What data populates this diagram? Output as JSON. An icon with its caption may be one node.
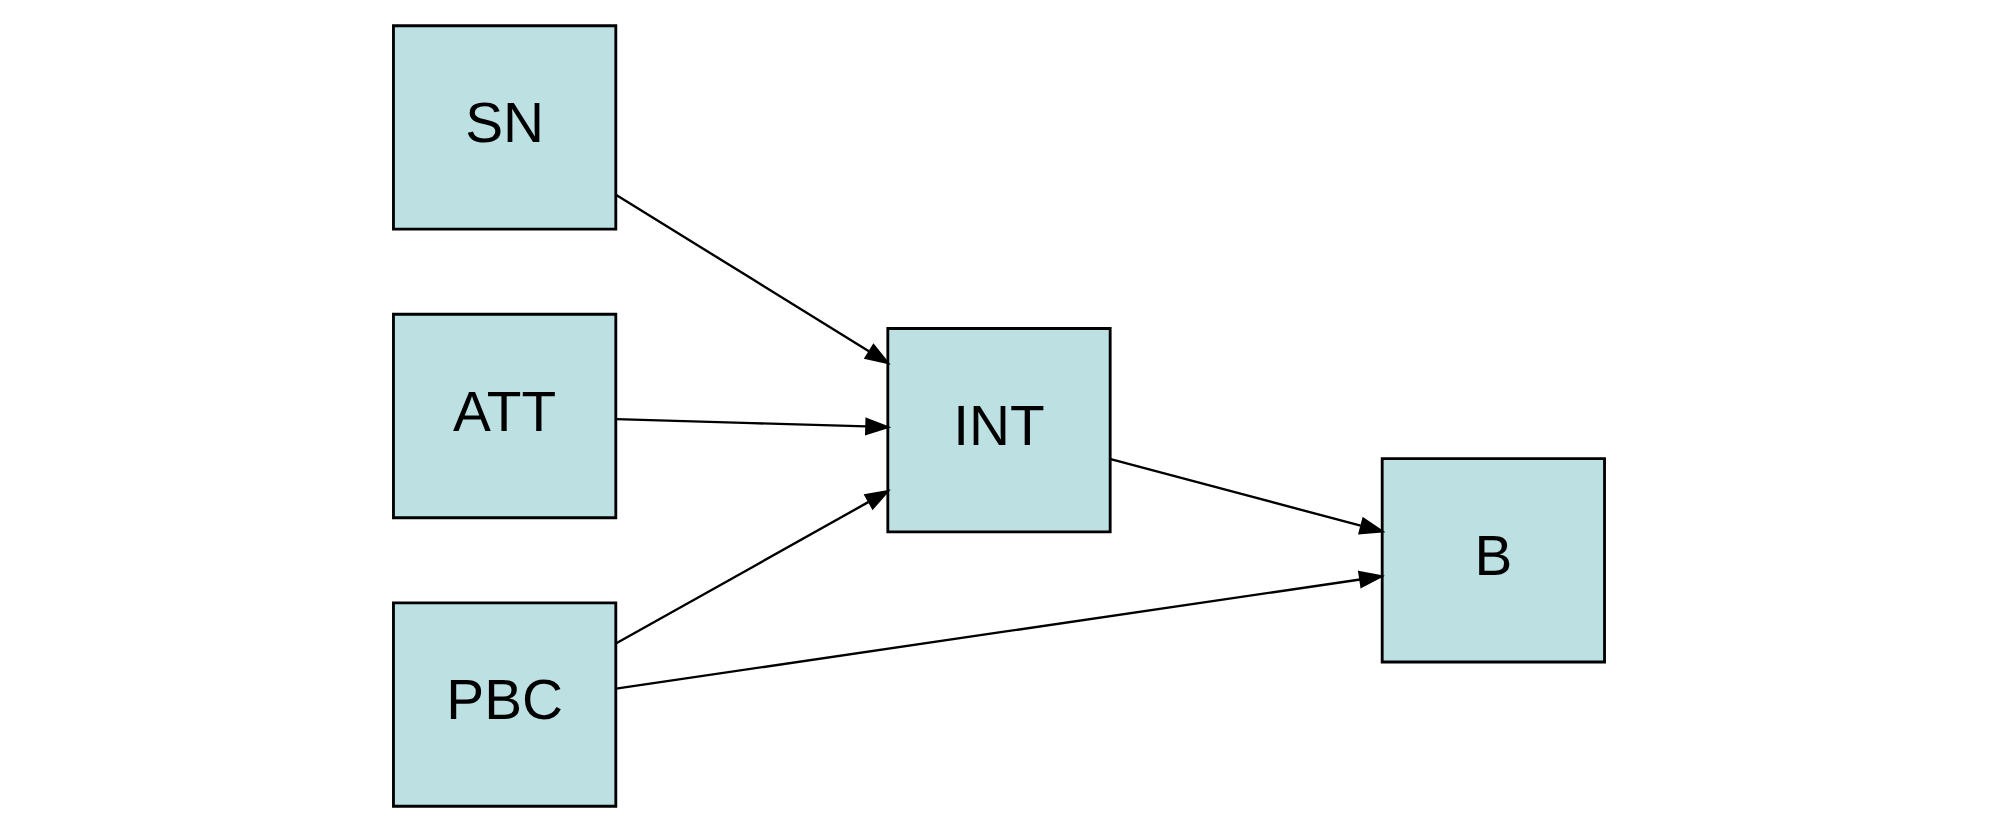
{
  "diagram": {
    "nodes": [
      {
        "text": [
          "SN"
        ]
      },
      {
        "text": [
          "ATT"
        ]
      },
      {
        "text": [
          "PBC"
        ]
      },
      {
        "text": [
          "INT"
        ]
      },
      {
        "text": [
          "B"
        ]
      }
    ],
    "edges": [
      {
        "from": 0,
        "to": 3,
        "arrow": "to"
      },
      {
        "from": 1,
        "to": 3,
        "arrow": "to"
      },
      {
        "from": 2,
        "to": 3,
        "arrow": "to"
      },
      {
        "from": 3,
        "to": 4,
        "arrow": "to"
      },
      {
        "from": 2,
        "to": 4,
        "arrow": "to"
      }
    ]
  }
}
